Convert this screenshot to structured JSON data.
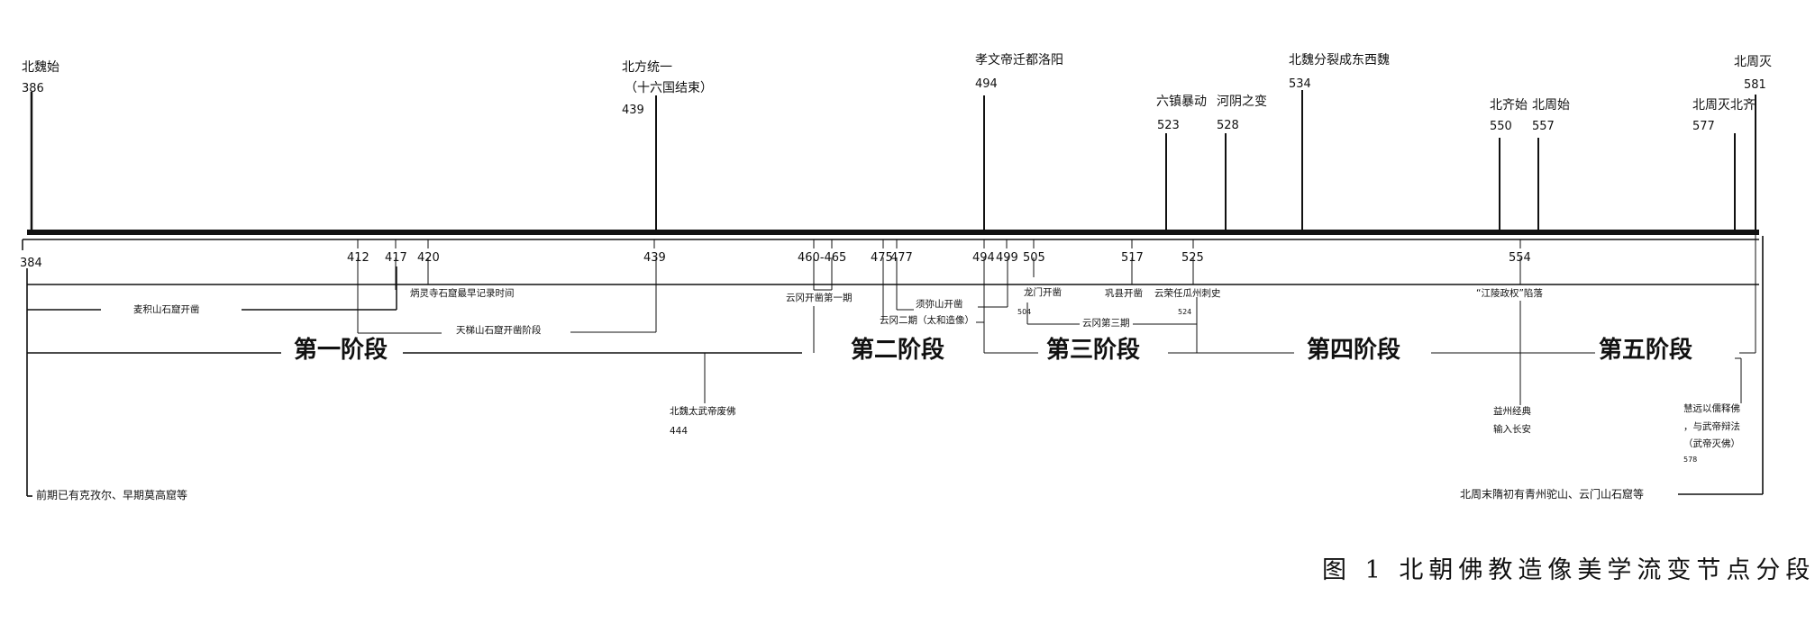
{
  "top_events": {
    "beiwei_start": {
      "label": "北魏始",
      "year": "386"
    },
    "north_unify": {
      "label": "北方统一",
      "sub": "（十六国结束）",
      "year": "439"
    },
    "xiaowen": {
      "label": "孝文帝迁都洛阳",
      "year": "494"
    },
    "liuzhen": {
      "label": "六镇暴动",
      "year": "523"
    },
    "heyin": {
      "label": "河阴之变",
      "year": "528"
    },
    "split": {
      "label": "北魏分裂成东西魏",
      "year": "534"
    },
    "beiqi": {
      "label": "北齐始",
      "year": "550"
    },
    "beizhou_start": {
      "label": "北周始",
      "year": "557"
    },
    "zhou_mie_qi": {
      "label": "北周灭北齐",
      "year": "577"
    },
    "beizhou_end": {
      "label": "北周灭",
      "year": "581"
    }
  },
  "ticks": [
    "384",
    "412",
    "417",
    "420",
    "439",
    "460-465",
    "475",
    "477",
    "494",
    "499",
    "505",
    "517",
    "525",
    "554"
  ],
  "events": {
    "maiji": "麦积山石窟开凿",
    "bingling": "炳灵寺石窟最早记录时间",
    "tianti": "天梯山石窟开凿阶段",
    "yungang1": "云冈开凿第一期",
    "yungang2": "云冈二期（太和造像）",
    "xumi": "须弥山开凿",
    "longmen": "龙门开凿",
    "longmen_year": "504",
    "yungang3": "云冈第三期",
    "gongxian": "巩县开凿",
    "yuanrong": "云荣任瓜州刺史",
    "yuanrong_year": "524",
    "jiangling": "“江陵政权”陷落",
    "yizhou1": "益州经典",
    "yizhou2": "输入长安",
    "taiwu": "北魏太武帝废佛",
    "taiwu_year": "444",
    "huiyuan1": "慧远以儒释佛",
    "huiyuan2": "，与武帝辩法",
    "huiyuan3": "（武帝灭佛）",
    "huiyuan_year": "578",
    "qianqi": "前期已有克孜尔、早期莫高窟等",
    "beizhoumo": "北周末隋初有青州驼山、云门山石窟等"
  },
  "stages": [
    "第一阶段",
    "第二阶段",
    "第三阶段",
    "第四阶段",
    "第五阶段"
  ],
  "caption": "图 1  北朝佛教造像美学流变节点分段"
}
